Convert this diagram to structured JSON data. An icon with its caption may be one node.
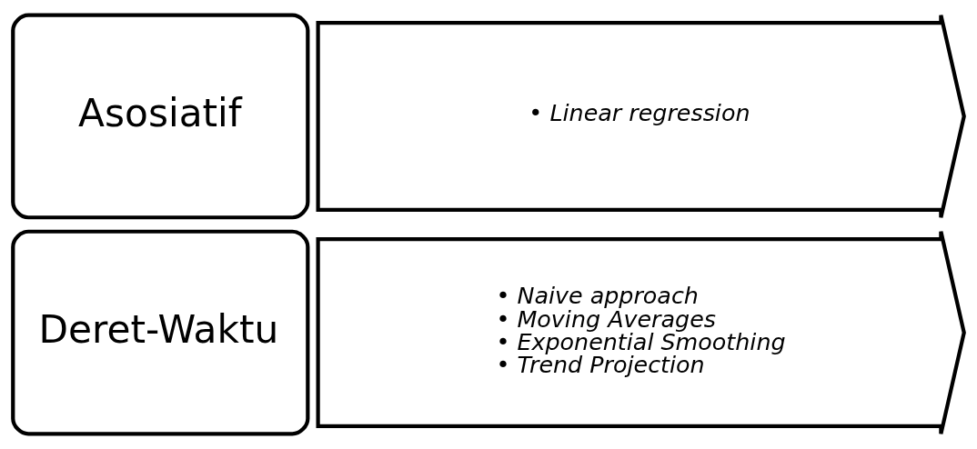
{
  "diagram": {
    "nodes": [
      {
        "text": [
          "Deret-Waktu"
        ]
      },
      {
        "text": [
          "• Naive approach",
          "• Moving Averages",
          "• Exponential Smoothing",
          "• Trend Projection"
        ]
      },
      {
        "text": [
          "Asosiatif"
        ]
      },
      {
        "text": [
          "• Linear regression"
        ]
      }
    ],
    "edges": []
  }
}
